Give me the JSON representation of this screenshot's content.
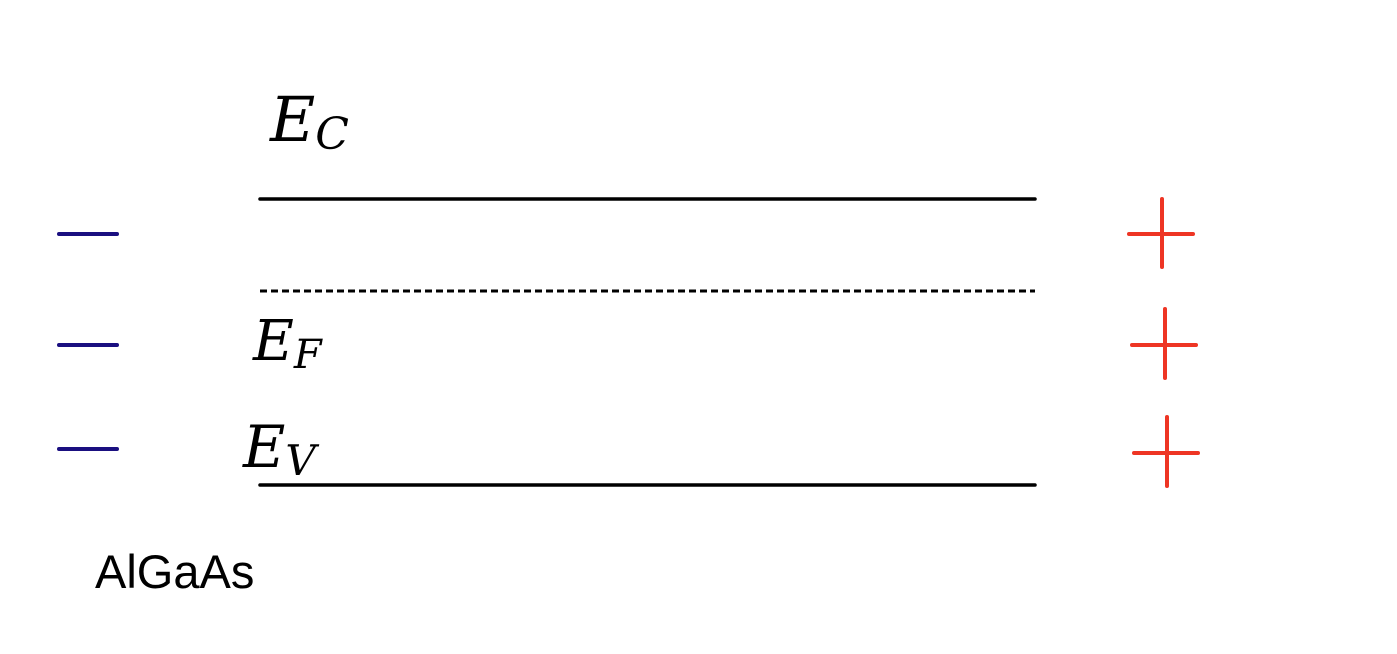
{
  "labels": {
    "conduction_band": {
      "main": "E",
      "sub": "C"
    },
    "fermi_level": {
      "main": "E",
      "sub": "F"
    },
    "valence_band": {
      "main": "E",
      "sub": "V"
    },
    "material": "AlGaAs"
  },
  "colors": {
    "band_line": "#000000",
    "negative_charge": "#1a0f80",
    "positive_charge": "#ee3524"
  },
  "charges": {
    "negative_count": 3,
    "positive_count": 3
  }
}
